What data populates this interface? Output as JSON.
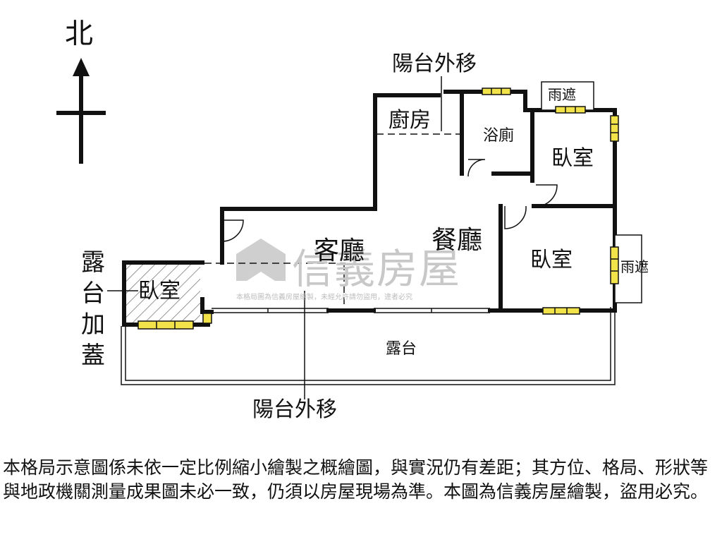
{
  "compass": {
    "north": "北"
  },
  "rooms": {
    "kitchen": "廚房",
    "bathroom": "浴廁",
    "bedroom_ne": "臥室",
    "bedroom_e": "臥室",
    "bedroom_w": "臥室",
    "living": "客廳",
    "dining": "餐廳",
    "terrace": "露台"
  },
  "notes": {
    "balcony_moved_top": "陽台外移",
    "balcony_moved_bottom": "陽台外移",
    "awning_top": "雨遮",
    "awning_right": "雨遮",
    "terrace_addition": "露台加蓋"
  },
  "watermark": {
    "brand": "信義房屋",
    "notice": "本格局圖為信義房屋繪製，未經允許請勿盜用，違者必究"
  },
  "disclaimer": "本格局示意圖係未依一定比例縮小繪製之概繪圖，與實況仍有差距；其方位、格局、形狀等與地政機關測量成果圖未必一致，仍須以房屋現場為準。本圖為信義房屋繪製，盜用必究。",
  "colors": {
    "wall": "#111111",
    "window": "#f2e34a",
    "watermark": "#c8c8c8"
  }
}
